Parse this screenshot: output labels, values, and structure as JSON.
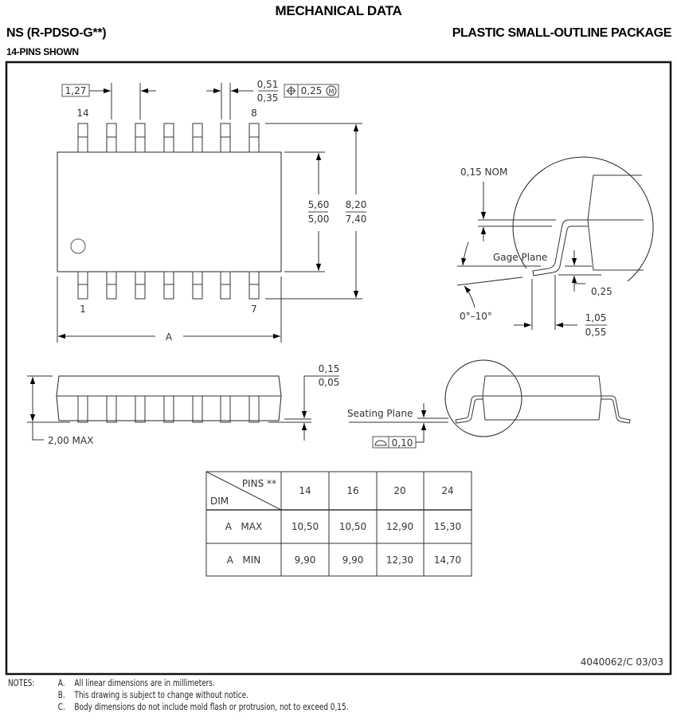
{
  "header": {
    "title": "MECHANICAL DATA",
    "package_code": "NS (R-PDSO-G**)",
    "package_name": "PLASTIC SMALL-OUTLINE PACKAGE",
    "pins_shown": "14-PINS SHOWN"
  },
  "top_view": {
    "pin_pitch": "1,27",
    "lead_width_max": "0,51",
    "lead_width_min": "0,35",
    "position_tolerance": "0,25",
    "position_modifier": "M",
    "pin_labels": {
      "top_left": "14",
      "top_right": "8",
      "bottom_left": "1",
      "bottom_right": "7"
    },
    "body_width_max": "5,60",
    "body_width_min": "5,00",
    "overall_width_max": "8,20",
    "overall_width_min": "7,40",
    "length_label": "A"
  },
  "detail_view": {
    "lead_thickness": "0,15 NOM",
    "gage_plane_label": "Gage Plane",
    "gage_height": "0,25",
    "angle": "0°–10°",
    "foot_length_max": "1,05",
    "foot_length_min": "0,55"
  },
  "side_view": {
    "height_max": "2,00 MAX",
    "standoff_max": "0,15",
    "standoff_min": "0,05",
    "seating_plane_label": "Seating Plane",
    "coplanarity": "0,10"
  },
  "dim_table": {
    "header_top": "PINS **",
    "header_bottom": "DIM",
    "columns": [
      "14",
      "16",
      "20",
      "24"
    ],
    "rows": [
      {
        "label": "A   MAX",
        "values": [
          "10,50",
          "10,50",
          "12,90",
          "15,30"
        ]
      },
      {
        "label": "A   MIN",
        "values": [
          "9,90",
          "9,90",
          "12,30",
          "14,70"
        ]
      }
    ]
  },
  "drawing_number": "4040062/C 03/03",
  "notes": {
    "label": "NOTES:",
    "items": [
      {
        "letter": "A.",
        "text": "All linear dimensions are in millimeters."
      },
      {
        "letter": "B.",
        "text": "This drawing is subject to change without notice."
      },
      {
        "letter": "C.",
        "text": "Body dimensions do not include mold flash or protrusion, not to exceed 0,15."
      }
    ]
  }
}
